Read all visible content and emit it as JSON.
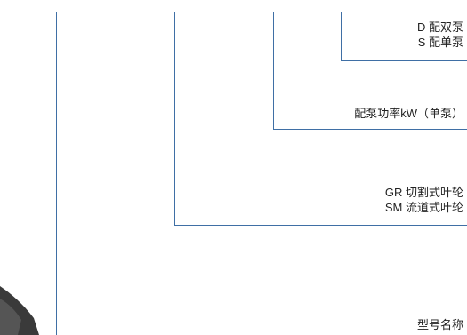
{
  "labels": {
    "pump_config_double": "D 配双泵",
    "pump_config_single": "S 配单泵",
    "pump_power": "配泵功率kW（单泵）",
    "impeller_gr": "GR 切割式叶轮",
    "impeller_sm": "SM 流道式叶轮",
    "model_name": "型号名称"
  },
  "colors": {
    "line": "#3f6fa5",
    "text": "#222222",
    "photo_shadow": "#3a3a3a"
  }
}
